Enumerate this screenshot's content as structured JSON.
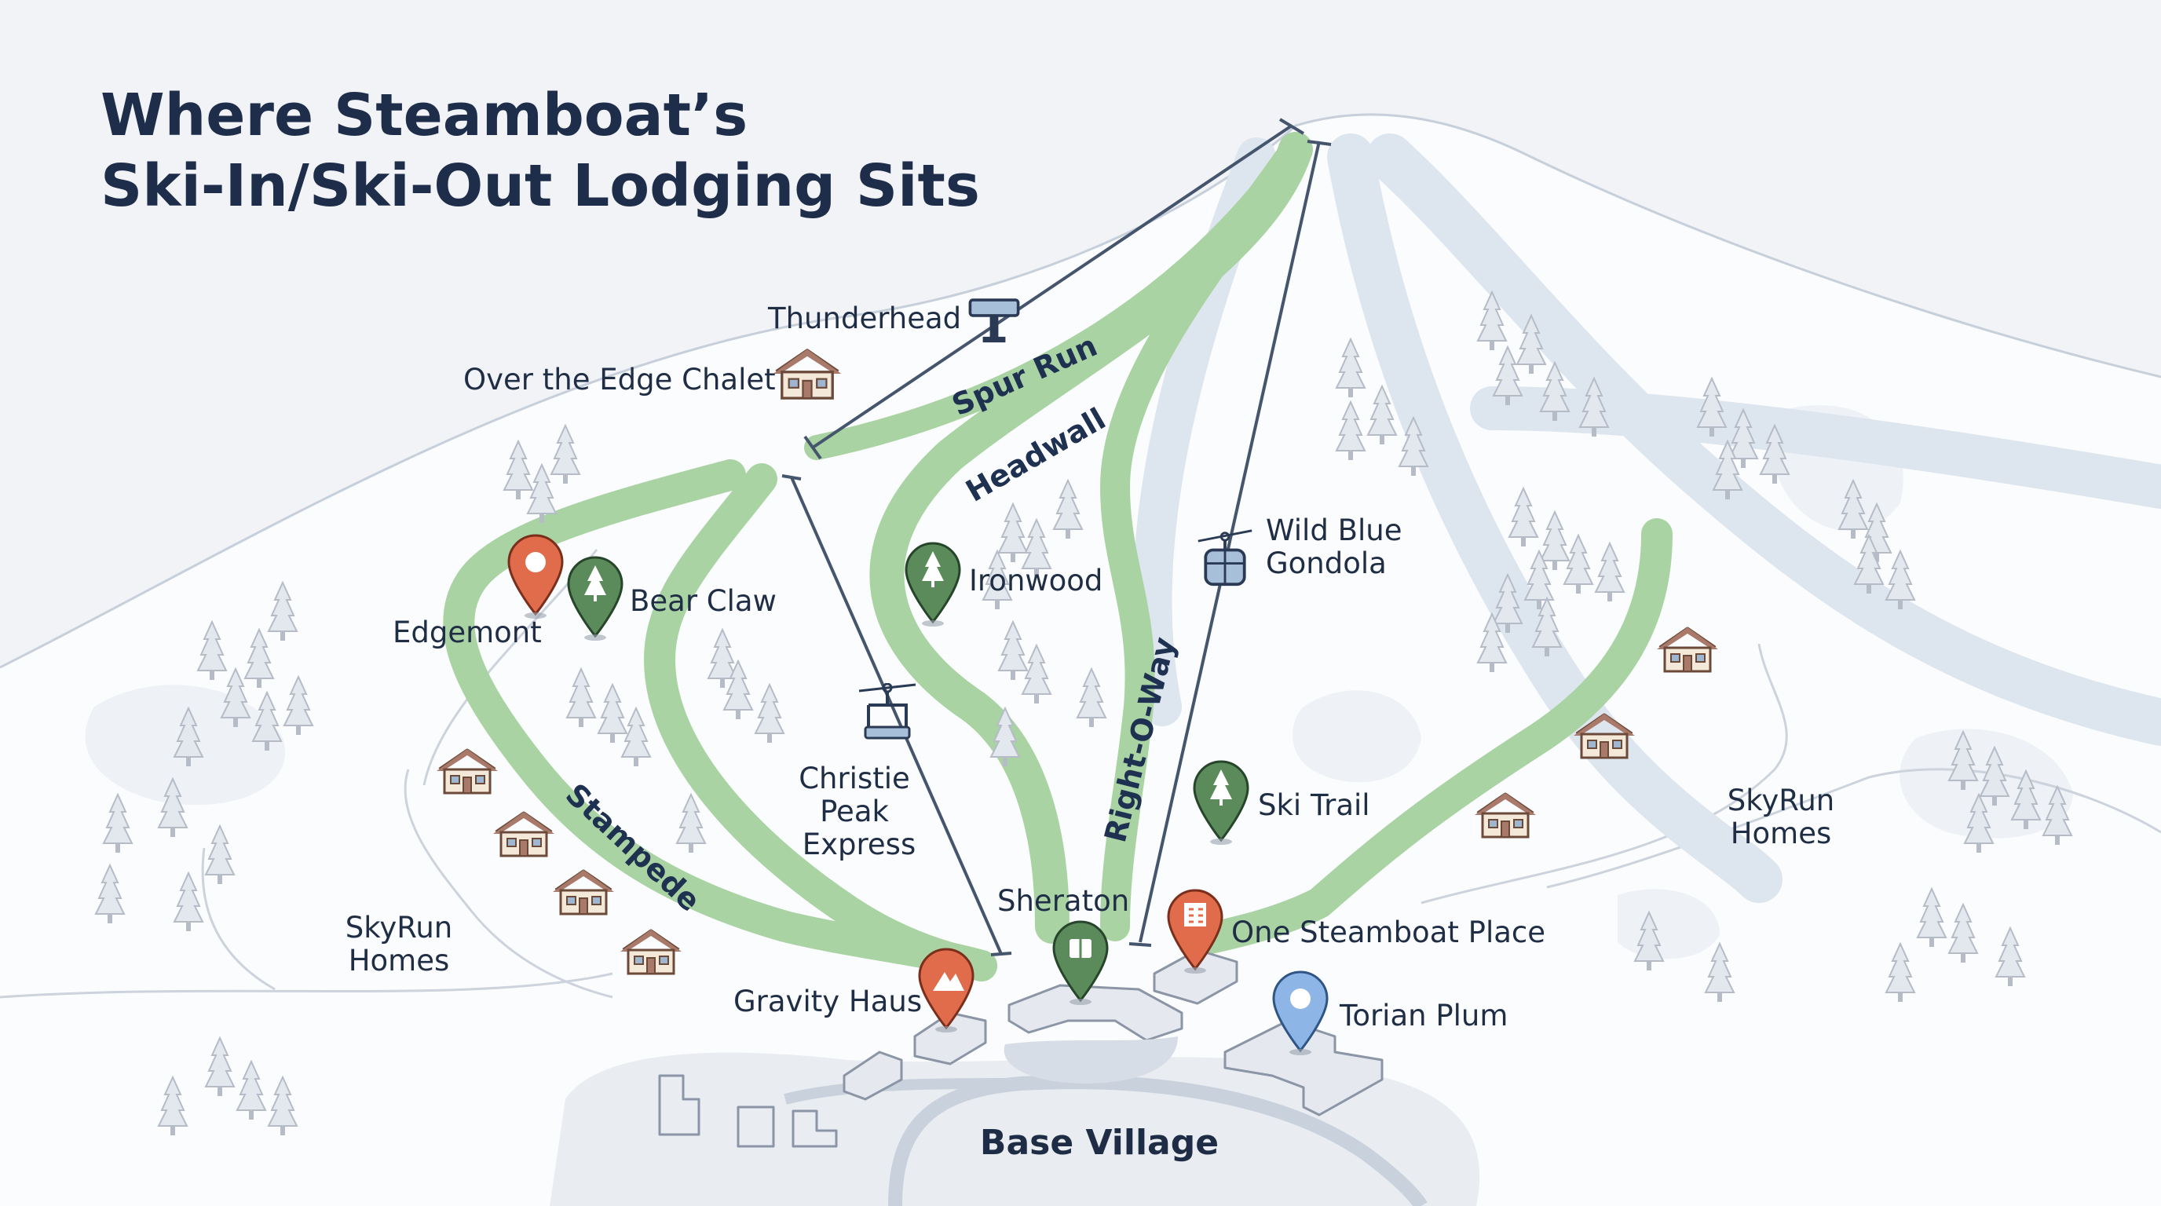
{
  "title": {
    "line1": "Where Steamboat’s",
    "line2": "Ski-In/Ski-Out Lodging Sits"
  },
  "runs": {
    "spur_run": "Spur Run",
    "headwall": "Headwall",
    "right_o_way": "Right-O-Way",
    "stampede": "Stampede"
  },
  "lifts": {
    "thunderhead": "Thunderhead",
    "wild_blue": [
      "Wild Blue",
      "Gondola"
    ],
    "christie": [
      "Christie",
      "Peak",
      "Express"
    ]
  },
  "lodging": {
    "over_the_edge": "Over the Edge Chalet",
    "edgemont": "Edgemont",
    "bear_claw": "Bear Claw",
    "ironwood": "Ironwood",
    "ski_trail": "Ski Trail",
    "sheraton": "Sheraton",
    "one_steamboat": "One Steamboat Place",
    "gravity_haus": "Gravity Haus",
    "torian_plum": "Torian Plum",
    "skyrun_left": [
      "SkyRun",
      "Homes"
    ],
    "skyrun_right": [
      "SkyRun",
      "Homes"
    ]
  },
  "base_village": "Base Village",
  "colors": {
    "background": "#f1f3f7",
    "snow": "#fbfcfd",
    "trail_green": "#a9d3a3",
    "blue_run": "#dde5ee",
    "text": "#1f2d45",
    "pin_orange": "#e06c4c",
    "pin_green": "#5b8a5b",
    "pin_blue": "#8db5e6",
    "lift_line": "#45556d"
  },
  "icons": [
    "house-icon",
    "tree-icon",
    "chairlift-icon",
    "gondola-icon",
    "lift-terminal-icon",
    "map-pin-icon",
    "building-icon",
    "mountain-icon"
  ]
}
